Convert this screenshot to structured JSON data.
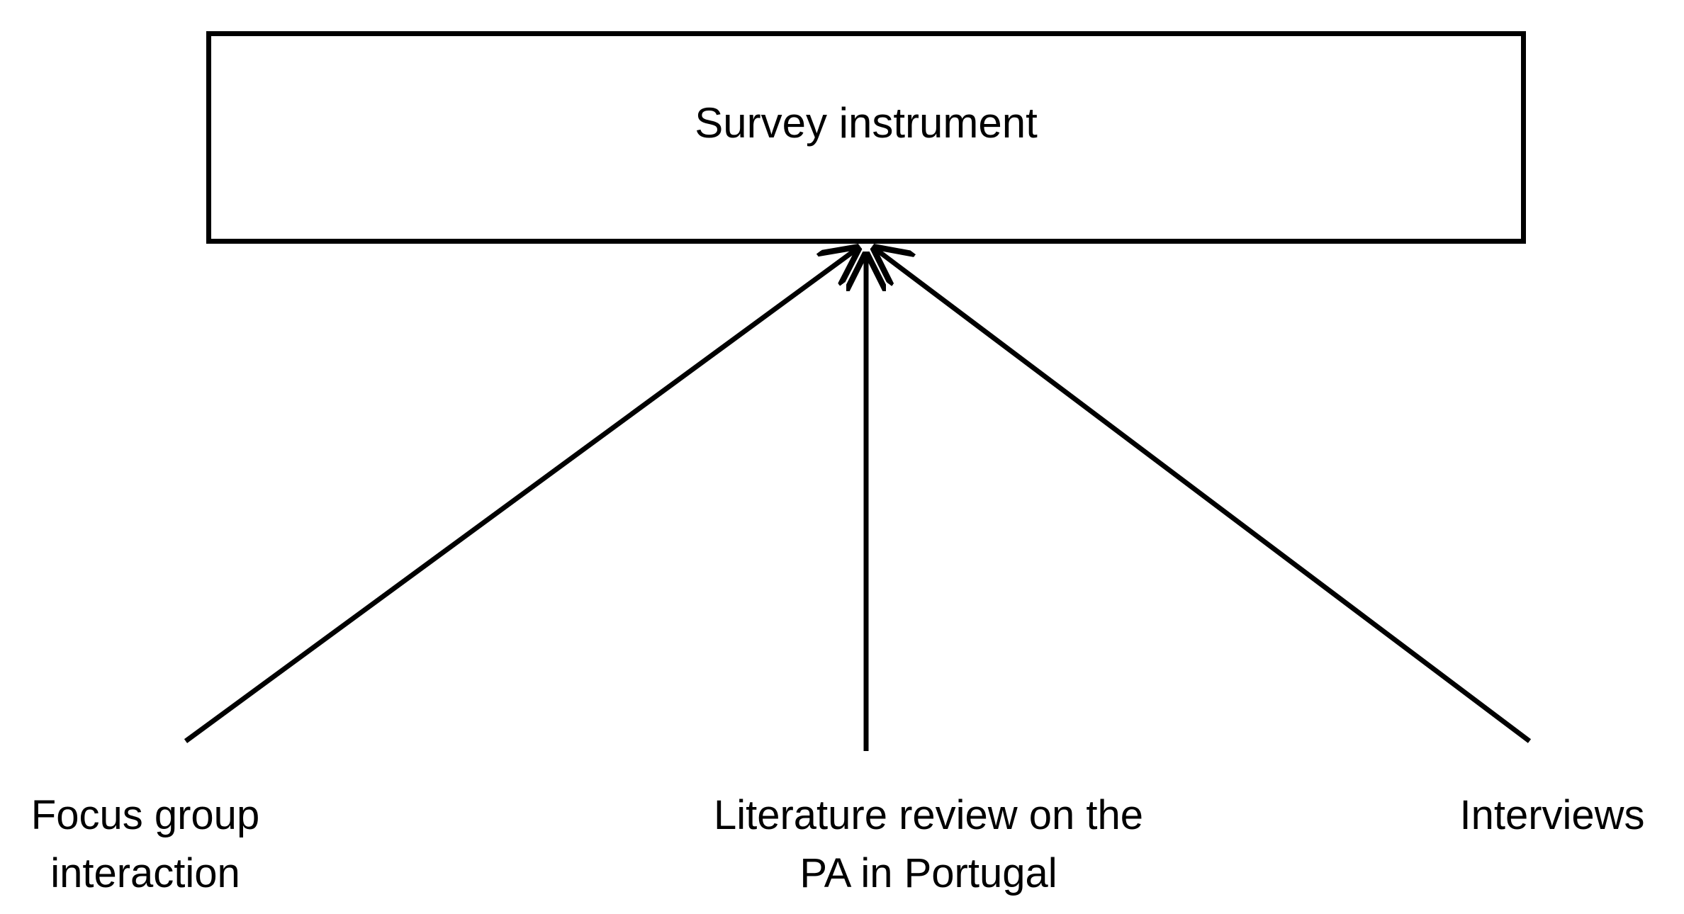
{
  "diagram": {
    "target": {
      "label": "Survey instrument"
    },
    "sources": [
      {
        "id": "focus",
        "lines": [
          "Focus group",
          "interaction"
        ]
      },
      {
        "id": "literature",
        "lines": [
          "Literature review on the",
          "PA in Portugal"
        ]
      },
      {
        "id": "interviews",
        "lines": [
          "Interviews"
        ]
      }
    ],
    "colors": {
      "stroke": "#000000",
      "background": "#ffffff",
      "text": "#000000"
    }
  }
}
